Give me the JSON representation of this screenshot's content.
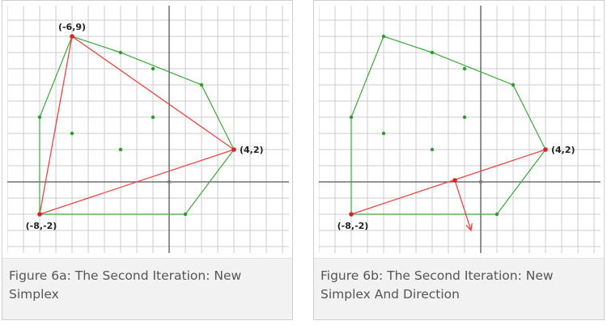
{
  "colors": {
    "grid": "#cccccc",
    "axis": "#555555",
    "hull": "#3aa83a",
    "simplex": "#ee4444",
    "point_green": "#2d9a2d",
    "vertex_red": "#dd2222"
  },
  "figures": [
    {
      "id": "6a",
      "caption": "Figure 6a: The Second Iteration: New Simplex",
      "hull": [
        [
          -8,
          4
        ],
        [
          -6,
          9
        ],
        [
          -3,
          8
        ],
        [
          2,
          6
        ],
        [
          4,
          2
        ],
        [
          1,
          -2
        ],
        [
          -8,
          -2
        ]
      ],
      "interior_points": [
        [
          -1,
          7
        ],
        [
          -1,
          4
        ],
        [
          -6,
          3
        ],
        [
          -3,
          2
        ]
      ],
      "simplex": [
        [
          -6,
          9
        ],
        [
          4,
          2
        ],
        [
          -8,
          -2
        ]
      ],
      "vertex_labels": [
        {
          "x": -6,
          "y": 9,
          "text": "(-6,9)"
        },
        {
          "x": 4,
          "y": 2,
          "text": "(4,2)"
        },
        {
          "x": -8,
          "y": -2,
          "text": "(-8,-2)"
        }
      ]
    },
    {
      "id": "6b",
      "caption": "Figure 6b: The Second Iteration: New Simplex And Direction",
      "hull": [
        [
          -8,
          4
        ],
        [
          -6,
          9
        ],
        [
          -3,
          8
        ],
        [
          2,
          6
        ],
        [
          4,
          2
        ],
        [
          1,
          -2
        ],
        [
          -8,
          -2
        ]
      ],
      "interior_points": [
        [
          -1,
          7
        ],
        [
          -1,
          4
        ],
        [
          -6,
          3
        ],
        [
          -3,
          2
        ]
      ],
      "segment": [
        [
          -8,
          -2
        ],
        [
          4,
          2
        ]
      ],
      "closest_point": [
        -1.6,
        0.1
      ],
      "direction_end": [
        -0.6,
        -3
      ],
      "vertex_labels": [
        {
          "x": 4,
          "y": 2,
          "text": "(4,2)"
        },
        {
          "x": -8,
          "y": -2,
          "text": "(-8,-2)"
        }
      ]
    }
  ]
}
